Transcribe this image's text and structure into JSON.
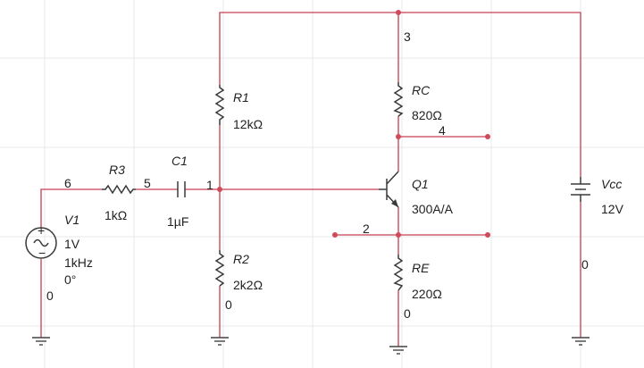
{
  "nodes": {
    "n1": "1",
    "n2": "2",
    "n3": "3",
    "n4": "4",
    "n5": "5",
    "n6": "6",
    "gnd_v1": "0",
    "gnd_r2": "0",
    "gnd_re": "0",
    "gnd_vcc": "0"
  },
  "components": {
    "R1": {
      "name": "R1",
      "value": "12kΩ"
    },
    "R2": {
      "name": "R2",
      "value": "2k2Ω"
    },
    "R3": {
      "name": "R3",
      "value": "1kΩ"
    },
    "RC": {
      "name": "RC",
      "value": "820Ω"
    },
    "RE": {
      "name": "RE",
      "value": "220Ω"
    },
    "C1": {
      "name": "C1",
      "value": "1µF"
    },
    "Q1": {
      "name": "Q1",
      "value": "300A/A"
    },
    "Vcc": {
      "name": "Vcc",
      "value": "12V"
    },
    "V1": {
      "name": "V1",
      "amplitude": "1V",
      "frequency": "1kHz",
      "phase": "0°"
    }
  },
  "colors": {
    "wire": "#d06070",
    "node": "#d04a5a",
    "component": "#3a3a3a"
  }
}
